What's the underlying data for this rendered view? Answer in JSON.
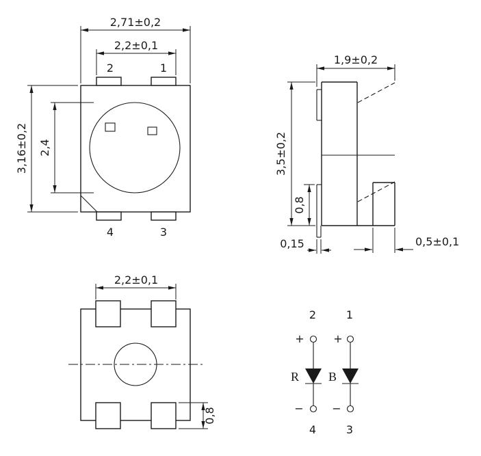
{
  "page": {
    "background": "#ffffff",
    "ink": "#1a1a1a"
  },
  "top_view": {
    "dim_overall_width": "2,71±0,2",
    "dim_pad_span": "2,2±0,1",
    "dim_overall_height": "3,16±0,2",
    "dim_lens": "2,4",
    "pin_2": "2",
    "pin_1": "1",
    "pin_4": "4",
    "pin_3": "3"
  },
  "side_view": {
    "dim_thickness": "1,9±0,2",
    "dim_height": "3,5±0,2",
    "dim_lead_height": "0,8",
    "dim_lead_thickness": "0,15",
    "dim_lead_foot": "0,5±0,1"
  },
  "bottom_view": {
    "dim_pad_span": "2,2±0,1",
    "dim_pad_height": "0,8"
  },
  "schematic": {
    "pin_2": "2",
    "pin_1": "1",
    "pin_4": "4",
    "pin_3": "3",
    "plus_left": "+",
    "plus_right": "+",
    "minus_left": "−",
    "minus_right": "−",
    "diode_left": "R",
    "diode_right": "B"
  }
}
